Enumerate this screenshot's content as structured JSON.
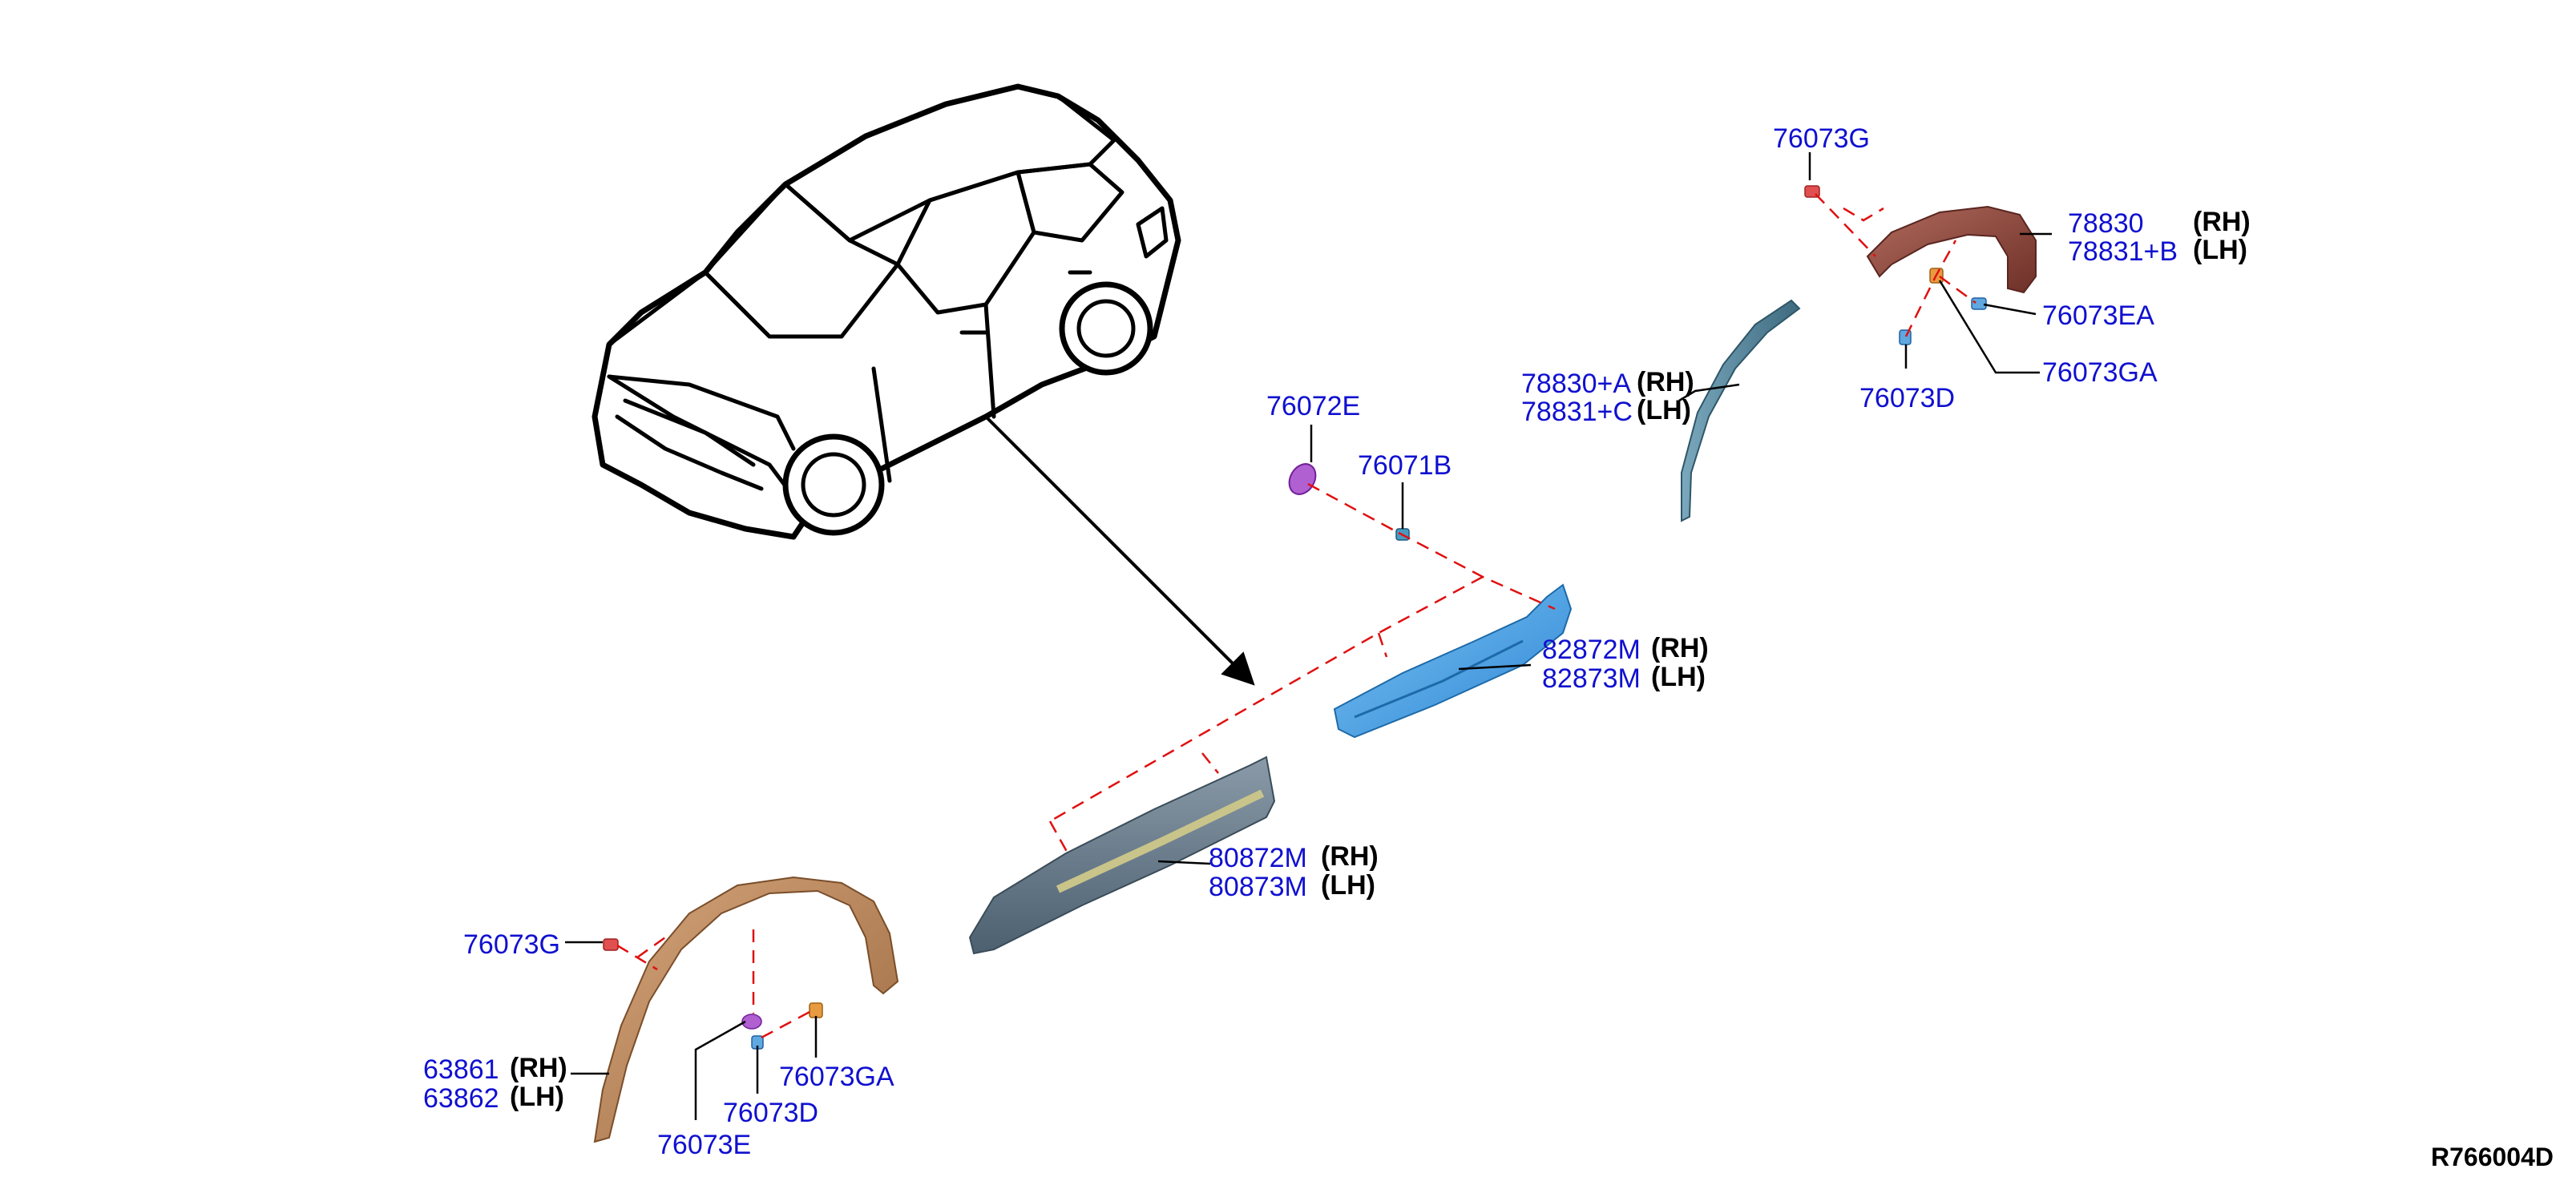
{
  "colors": {
    "part_number": "#1010d0",
    "leader": "#000000",
    "dashed_guide": "#e01010",
    "flare_rear": "#b88358",
    "flare_front": "#8f4a40",
    "front_moulding": "#5b8a9e",
    "front_sill": "#4aa3e6",
    "rear_sill": "#667c8c",
    "clip_violet": "#b060d0",
    "clip_red": "#e05050",
    "clip_orange": "#e89a40",
    "clip_blue": "#60a8e0"
  },
  "icons": [
    "suv-vehicle-icon",
    "arrow-icon"
  ],
  "labels": {
    "top_76073g": "76073G",
    "p78830": "78830",
    "p78830_side": "(RH)",
    "p78831b": "78831+B",
    "p78831b_side": "(LH)",
    "p76073ea": "76073EA",
    "p76073ga_top": "76073GA",
    "p76073d_top": "76073D",
    "p78830a": "78830+A",
    "p78830a_side": "(RH)",
    "p78831c": "78831+C",
    "p78831c_side": "(LH)",
    "p76072e": "76072E",
    "p76071b": "76071B",
    "p82872m": "82872M",
    "p82872m_side": "(RH)",
    "p82873m": "82873M",
    "p82873m_side": "(LH)",
    "p80872m": "80872M",
    "p80872m_side": "(RH)",
    "p80873m": "80873M",
    "p80873m_side": "(LH)",
    "bottom_76073g": "76073G",
    "p63861": "63861",
    "p63861_side": "(RH)",
    "p63862": "63862",
    "p63862_side": "(LH)",
    "p76073ga_bottom": "76073GA",
    "p76073d_bottom": "76073D",
    "p76073e": "76073E"
  },
  "reference_code": "R766004D"
}
